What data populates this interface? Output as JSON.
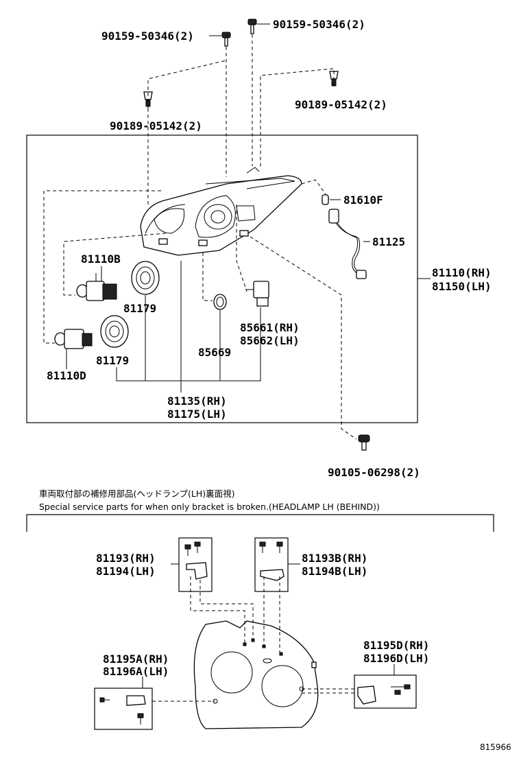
{
  "labels": {
    "bolt_left": "90159-50346(2)",
    "bolt_right": "90159-50346(2)",
    "clip_left": "90189-05142(2)",
    "clip_right": "90189-05142(2)",
    "socket": "81610F",
    "harness": "81125",
    "assy_rh": "81110(RH)",
    "assy_lh": "81150(LH)",
    "bulb_upper": "81110B",
    "cap_upper": "81179",
    "bulb_lower": "81110D",
    "cap_lower": "81179",
    "oring": "85669",
    "motor_rh": "85661(RH)",
    "motor_lh": "85662(LH)",
    "unit_rh": "81135(RH)",
    "unit_lh": "81175(LH)",
    "screw_bottom": "90105-06298(2)",
    "note_jp": "車両取付部の補修用部品(ヘッドランプ(LH)裏面視)",
    "note_en": "Special service parts for when only bracket is broken.(HEADLAMP LH (BEHIND))",
    "bracket1_rh": "81193(RH)",
    "bracket1_lh": "81194(LH)",
    "bracket2_rh": "81193B(RH)",
    "bracket2_lh": "81194B(LH)",
    "bracket3_rh": "81195A(RH)",
    "bracket3_lh": "81196A(LH)",
    "bracket4_rh": "81195D(RH)",
    "bracket4_lh": "81196D(LH)",
    "diagram_code": "815966"
  }
}
